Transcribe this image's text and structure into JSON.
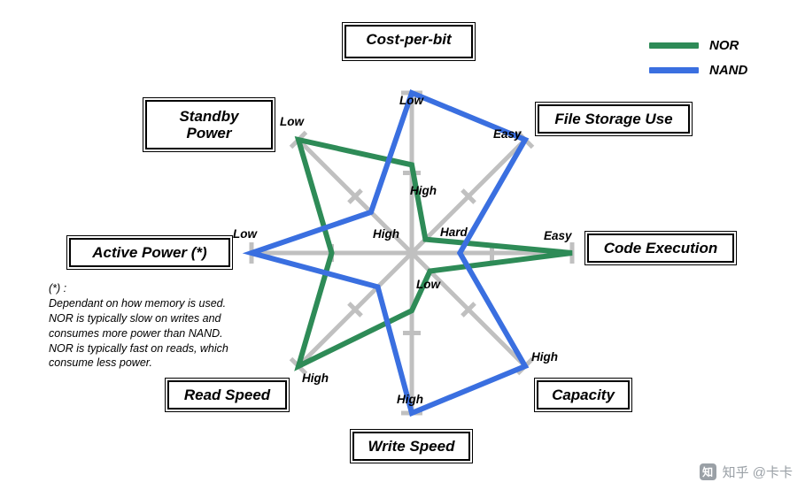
{
  "chart_data": {
    "type": "radar",
    "title": "",
    "categories": [
      "Cost-per-bit",
      "File Storage Use",
      "Code Execution",
      "Capacity",
      "Write Speed",
      "Read Speed",
      "Active Power (*)",
      "Standby Power"
    ],
    "axis_scale_labels": {
      "Cost-per-bit": {
        "outer": "Low",
        "inner": "High"
      },
      "File Storage Use": {
        "outer": "Easy",
        "inner": ""
      },
      "Code Execution": {
        "outer": "Easy",
        "inner": "Hard"
      },
      "Capacity": {
        "outer": "High",
        "inner": ""
      },
      "Write Speed": {
        "outer": "High",
        "inner": "Low"
      },
      "Read Speed": {
        "outer": "High",
        "inner": ""
      },
      "Active Power (*)": {
        "outer": "Low",
        "inner": "High"
      },
      "Standby Power": {
        "outer": "Low",
        "inner": ""
      }
    },
    "rmax": 1.0,
    "grid": "spokes-with-ticks",
    "legend_position": "top-right",
    "series": [
      {
        "name": "NOR",
        "color": "#2e8b57",
        "values": [
          0.55,
          0.12,
          1.0,
          0.16,
          0.36,
          1.0,
          0.5,
          1.0
        ]
      },
      {
        "name": "NAND",
        "color": "#3a6fe0",
        "values": [
          1.0,
          1.0,
          0.3,
          1.0,
          1.0,
          0.3,
          1.0,
          0.36
        ]
      }
    ]
  },
  "axis_boxes": [
    {
      "name": "cost-per-bit",
      "label": "Cost-per-bit"
    },
    {
      "name": "file-storage-use",
      "label": "File Storage Use"
    },
    {
      "name": "code-execution",
      "label": "Code Execution"
    },
    {
      "name": "capacity",
      "label": "Capacity"
    },
    {
      "name": "write-speed",
      "label": "Write Speed"
    },
    {
      "name": "read-speed",
      "label": "Read Speed"
    },
    {
      "name": "active-power",
      "label": "Active Power (*)"
    },
    {
      "name": "standby-power",
      "label": "Standby\nPower"
    }
  ],
  "tick_labels": [
    {
      "name": "cost-per-bit-outer",
      "text": "Low"
    },
    {
      "name": "cost-per-bit-inner",
      "text": "High"
    },
    {
      "name": "file-storage-outer",
      "text": "Easy"
    },
    {
      "name": "code-execution-outer",
      "text": "Easy"
    },
    {
      "name": "code-execution-inner",
      "text": "Hard"
    },
    {
      "name": "capacity-outer",
      "text": "High"
    },
    {
      "name": "write-speed-outer",
      "text": "High"
    },
    {
      "name": "write-speed-inner",
      "text": "Low"
    },
    {
      "name": "read-speed-outer",
      "text": "High"
    },
    {
      "name": "active-power-outer",
      "text": "Low"
    },
    {
      "name": "active-power-inner",
      "text": "High"
    },
    {
      "name": "standby-power-outer",
      "text": "Low"
    }
  ],
  "legend": {
    "items": [
      {
        "name": "nor",
        "label": "NOR",
        "color": "#2e8b57"
      },
      {
        "name": "nand",
        "label": "NAND",
        "color": "#3a6fe0"
      }
    ]
  },
  "footnote": {
    "text": "(*) :\nDependant on how memory is used.\nNOR is typically slow on writes and\nconsumes more power than NAND.\nNOR is typically fast on reads, which\nconsume less power."
  },
  "watermark": {
    "logo": "知",
    "text": "知乎 @卡卡"
  },
  "colors": {
    "nor": "#2e8b57",
    "nand": "#3a6fe0",
    "grid": "#c0c0c0",
    "text": "#000000",
    "background": "#ffffff"
  }
}
